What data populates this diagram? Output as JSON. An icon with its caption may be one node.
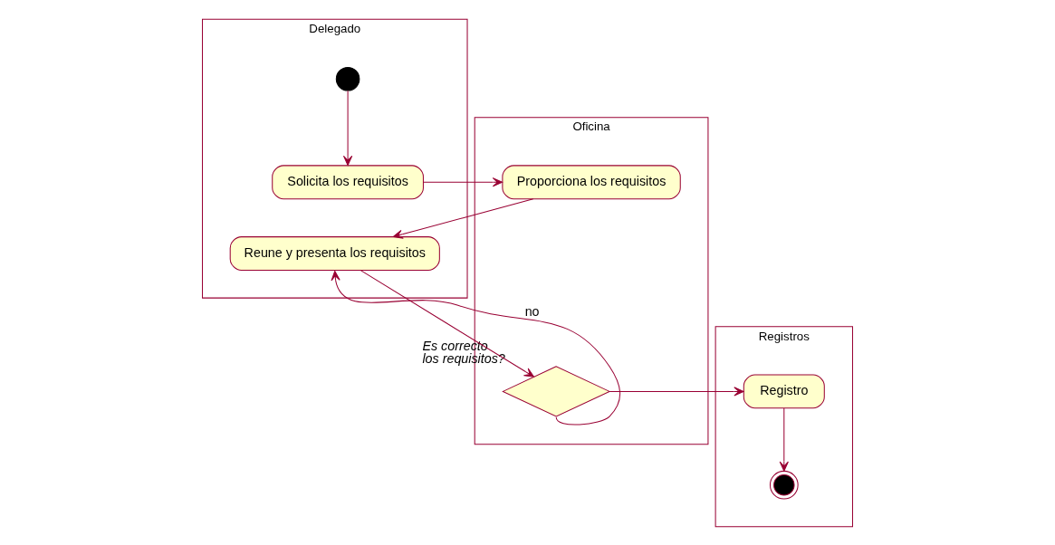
{
  "diagram": {
    "nodes": [
      {
        "text": [
          "Delegado"
        ]
      },
      {
        "text": [
          "Oficina"
        ]
      },
      {
        "text": [
          "Registros"
        ]
      },
      {
        "text": [],
        "shape": "circle",
        "in": 0
      },
      {
        "text": [
          "Solicita los requisitos"
        ],
        "in": 0
      },
      {
        "text": [
          "Proporciona los requisitos"
        ],
        "in": 1
      },
      {
        "text": [
          "Reune y presenta los requisitos"
        ],
        "in": 0
      },
      {
        "text": [],
        "shape": "diamond",
        "in": 1,
        "beside": [
          "Es correcto los requisitos?"
        ]
      },
      {
        "text": [
          "Registro"
        ],
        "in": 2
      },
      {
        "text": [],
        "shape": "bullseye",
        "in": 2
      }
    ],
    "edges": [
      {
        "from": 3,
        "to": 4,
        "arrow": "to"
      },
      {
        "from": 4,
        "to": 5,
        "arrow": "to"
      },
      {
        "from": 5,
        "to": 6,
        "arrow": "to"
      },
      {
        "from": 6,
        "to": 7,
        "arrow": "to"
      },
      {
        "from": 7,
        "to": 8,
        "arrow": "to"
      },
      {
        "from": 7,
        "to": 6,
        "label": "no",
        "arrow": "to"
      },
      {
        "from": 8,
        "to": 9,
        "arrow": "to"
      }
    ]
  }
}
